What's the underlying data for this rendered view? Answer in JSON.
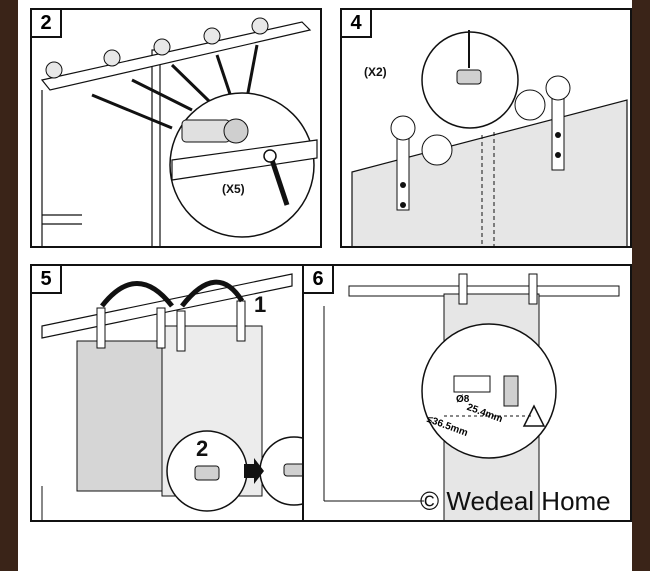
{
  "panels": [
    {
      "step": "2",
      "quantity": "(X5)"
    },
    {
      "step": "4",
      "quantity": "(X2)"
    },
    {
      "step": "5",
      "callout_1": "1",
      "callout_2": "2"
    },
    {
      "step": "6",
      "dim_a": "25.4mm",
      "dim_b": "≤36.5mm",
      "bolt_label": "Ø8"
    }
  ],
  "watermark": "© Wedeal Home",
  "colors": {
    "frame": "#3a2418",
    "door_dark": "#d6d6d6",
    "door_light": "#ececec",
    "line": "#111111"
  }
}
